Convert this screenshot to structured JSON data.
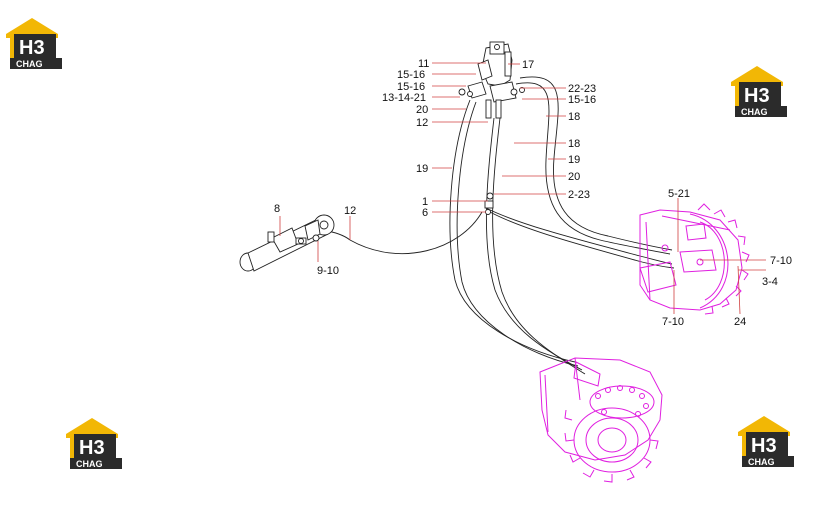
{
  "logo": {
    "mark": "H3",
    "text": "CHAG",
    "colors": {
      "roof": "#f2b705",
      "body": "#2b2b2b",
      "mark_fill": "#ffffff",
      "text": "#ffffff"
    }
  },
  "colors": {
    "leader": "#d04040",
    "hose": "#222222",
    "part_outline": "#e020e0"
  },
  "labels": {
    "l11": "11",
    "l17": "17",
    "l15_16_a": "15-16",
    "l15_16_b": "15-16",
    "l22_23": "22-23",
    "l13_14_21": "13-14-21",
    "l15_16_c": "15-16",
    "l20_a": "20",
    "l18_a": "18",
    "l12_a": "12",
    "l18_b": "18",
    "l19_a": "19",
    "l19_b": "19",
    "l20_b": "20",
    "l1": "1",
    "l2_23": "2-23",
    "l6": "6",
    "l8": "8",
    "l12_b": "12",
    "l9_10": "9-10",
    "l5_21": "5-21",
    "l7_10_a": "7-10",
    "l3_4": "3-4",
    "l7_10_b": "7-10",
    "l24": "24"
  }
}
